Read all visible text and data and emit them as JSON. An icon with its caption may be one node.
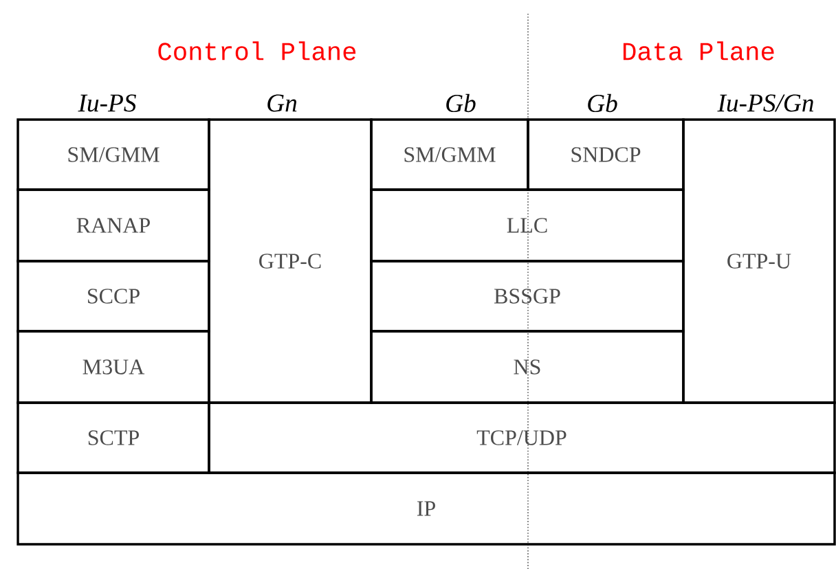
{
  "diagram": {
    "nodes": [
      {
        "text": [
          "SM/GMM"
        ]
      },
      {
        "text": [
          "RANAP"
        ]
      },
      {
        "text": [
          "SCCP"
        ]
      },
      {
        "text": [
          "M3UA"
        ]
      },
      {
        "text": [
          "GTP-C"
        ]
      },
      {
        "text": [
          "SM/GMM"
        ]
      },
      {
        "text": [
          "SNDCP"
        ]
      },
      {
        "text": [
          "LLC"
        ]
      },
      {
        "text": [
          "BSSGP"
        ]
      },
      {
        "text": [
          "NS"
        ]
      },
      {
        "text": [
          "GTP-U"
        ]
      },
      {
        "text": [
          "SCTP"
        ]
      },
      {
        "text": [
          "TCP/UDP"
        ]
      },
      {
        "text": [
          "IP"
        ]
      }
    ],
    "edges": [],
    "labels": [
      "Control Plane",
      "Data Plane",
      "Iu-PS",
      "Gn",
      "Gb",
      "Gb",
      "Iu-PS/Gn"
    ]
  }
}
